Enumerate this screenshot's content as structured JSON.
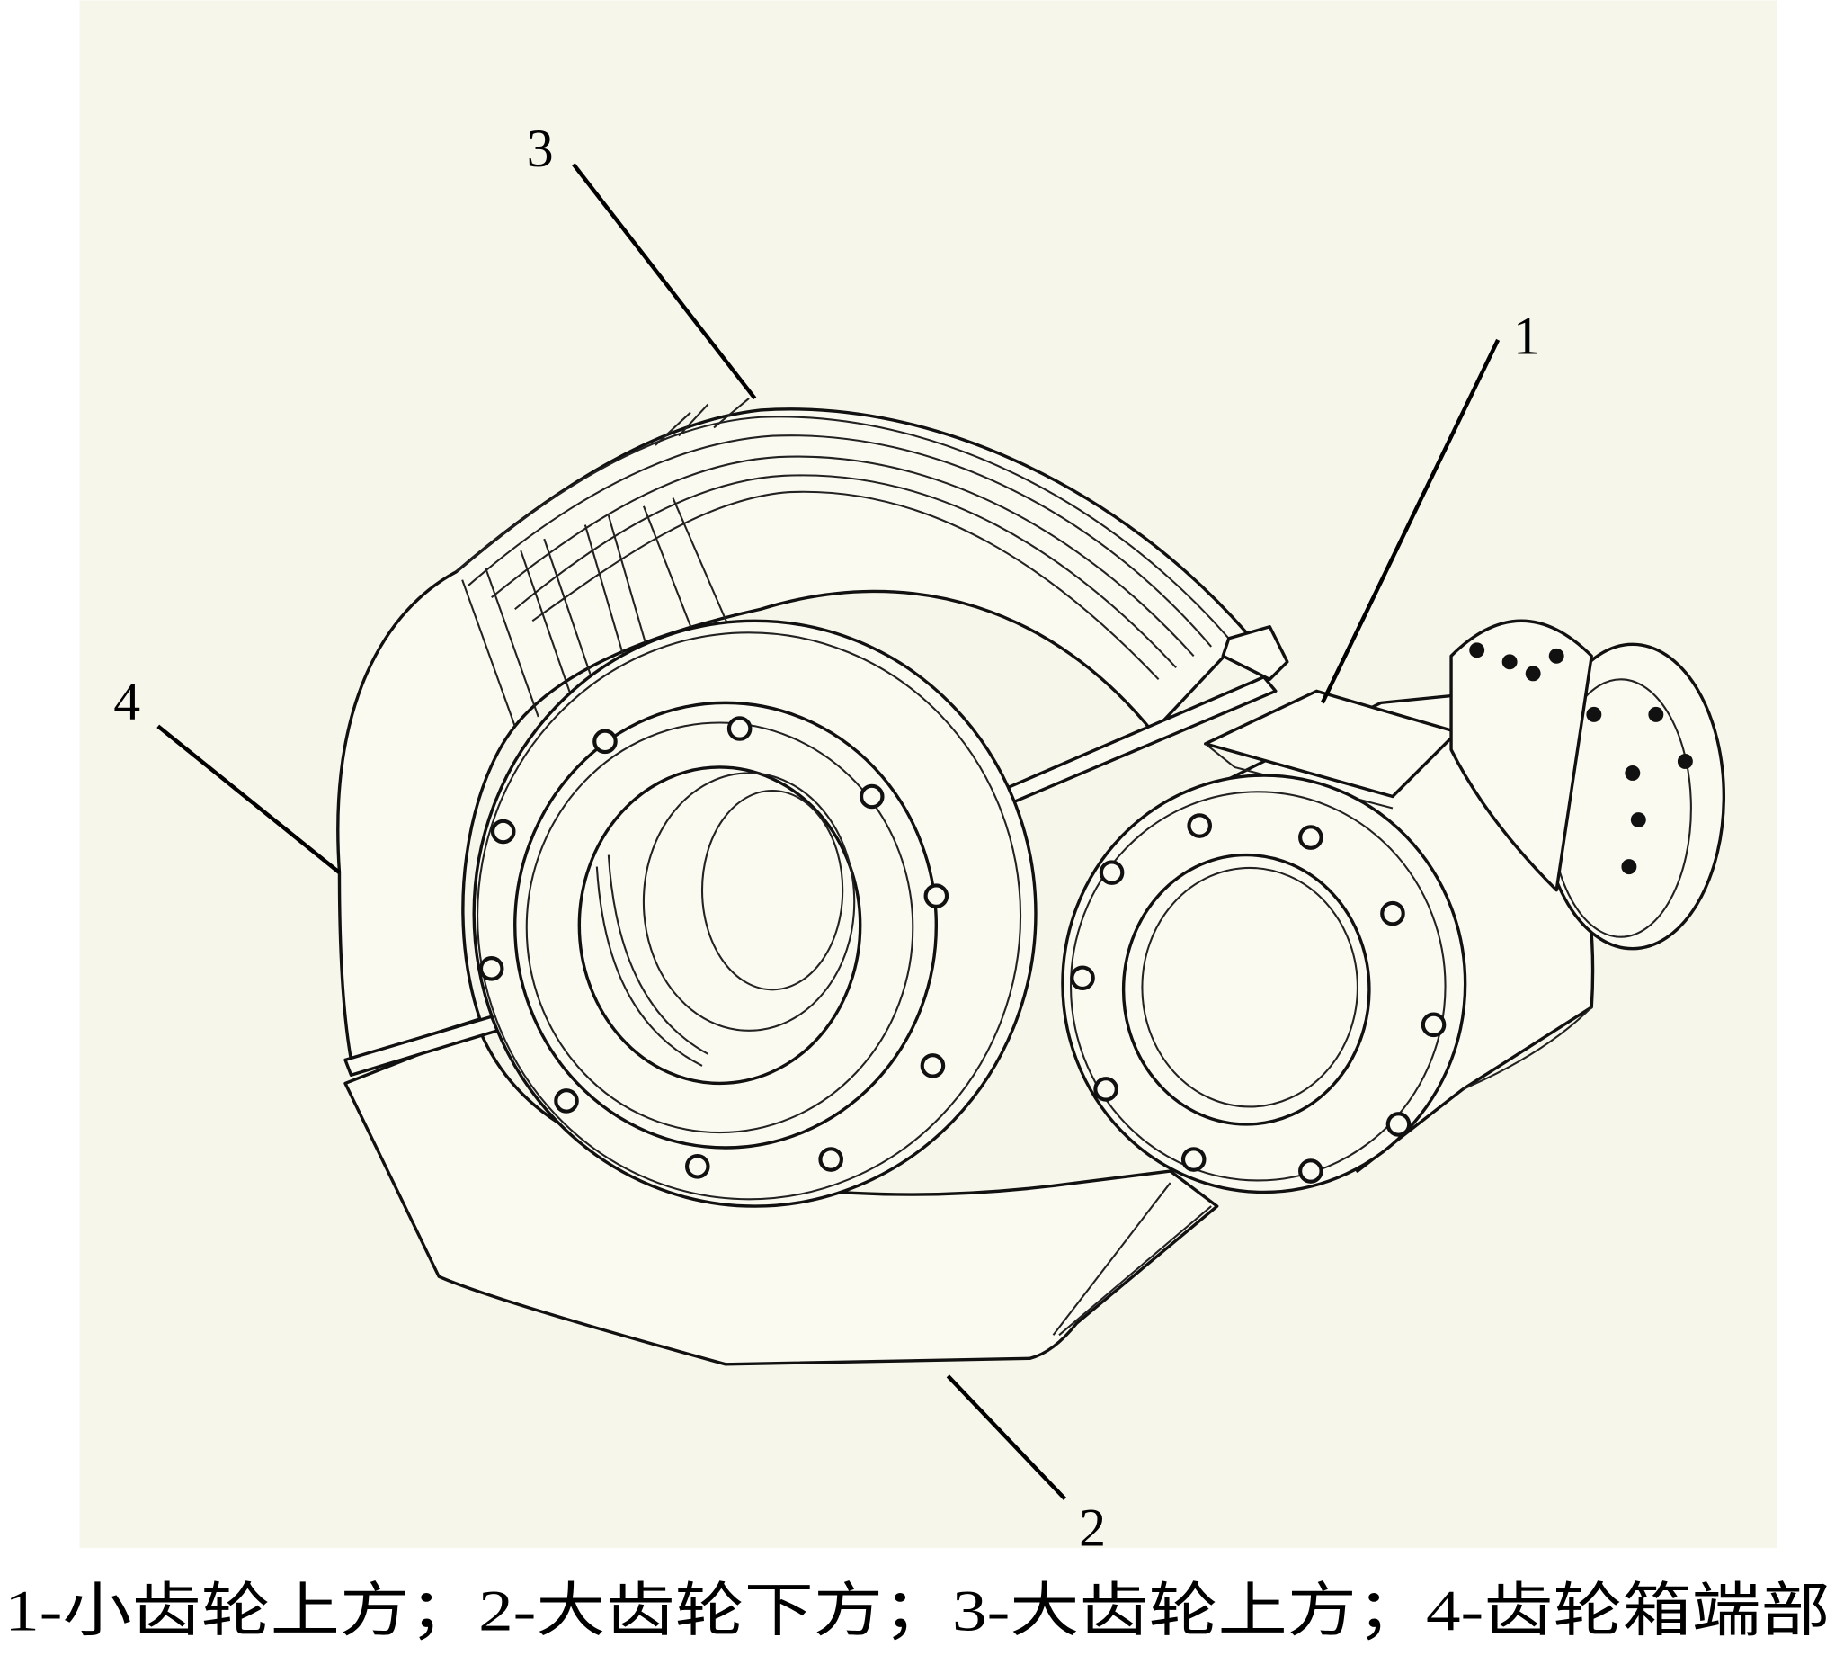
{
  "labels": {
    "one": "1",
    "two": "2",
    "three": "3",
    "four": "4"
  },
  "caption": "1-小齿轮上方；2-大齿轮下方；3-大齿轮上方；4-齿轮箱端部",
  "colors": {
    "drawing_background": "#f7f6ea",
    "page_background": "#ffffff",
    "line": "#111111"
  }
}
